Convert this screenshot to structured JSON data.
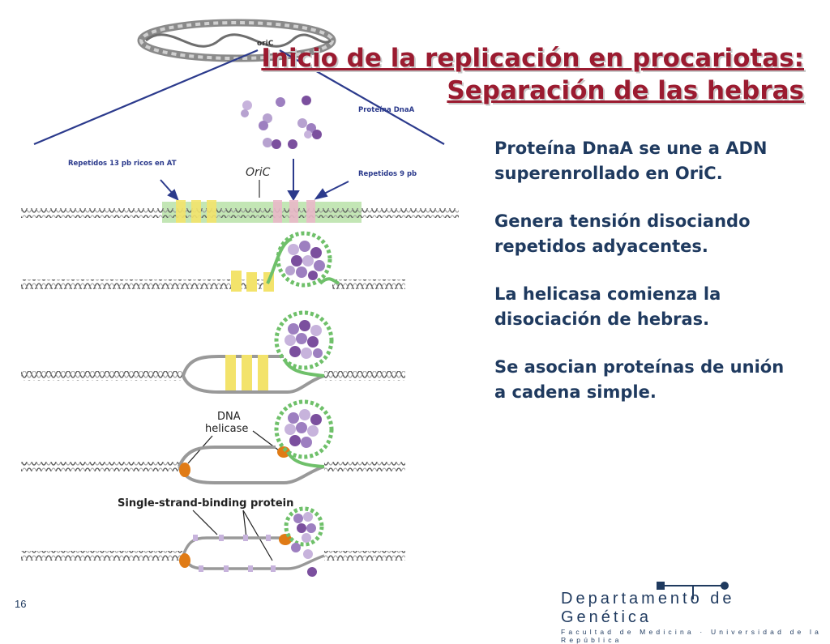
{
  "slide": {
    "title_line1": "Inicio de la replicación en procariotas:",
    "title_line2": "Separación de las hebras",
    "page_number": "16"
  },
  "diagram": {
    "label_oric_top": "oriC",
    "label_dnaa": "Proteína DnaA",
    "label_repeats13": "Repetidos 13 pb ricos en AT",
    "label_oric": "OriC",
    "label_repeats9": "Repetidos 9 pb",
    "label_helicase_line1": "DNA",
    "label_helicase_line2": "helicase",
    "label_ssb": "Single-strand-binding protein"
  },
  "bullets": [
    "Proteína DnaA se une a ADN superenrollado en OriC.",
    "Genera tensión disociando repetidos adyacentes.",
    "La helicasa comienza la disociación de hebras.",
    "Se asocian proteínas de unión a cadena simple."
  ],
  "footer": {
    "department": "Departamento de Genética",
    "faculty": "Facultad de Medicina · Universidad de la República"
  },
  "colors": {
    "title": "#9b1b30",
    "text": "#1f3a5f",
    "green_box": "#b8e2a8",
    "yellow_repeat": "#f3e36b",
    "pink_repeat": "#e9b8c8",
    "protein_purple": "#7b4f9e",
    "protein_light": "#c7b3dc",
    "helicase_orange": "#e07b16",
    "dna_green": "#6fc06a"
  }
}
